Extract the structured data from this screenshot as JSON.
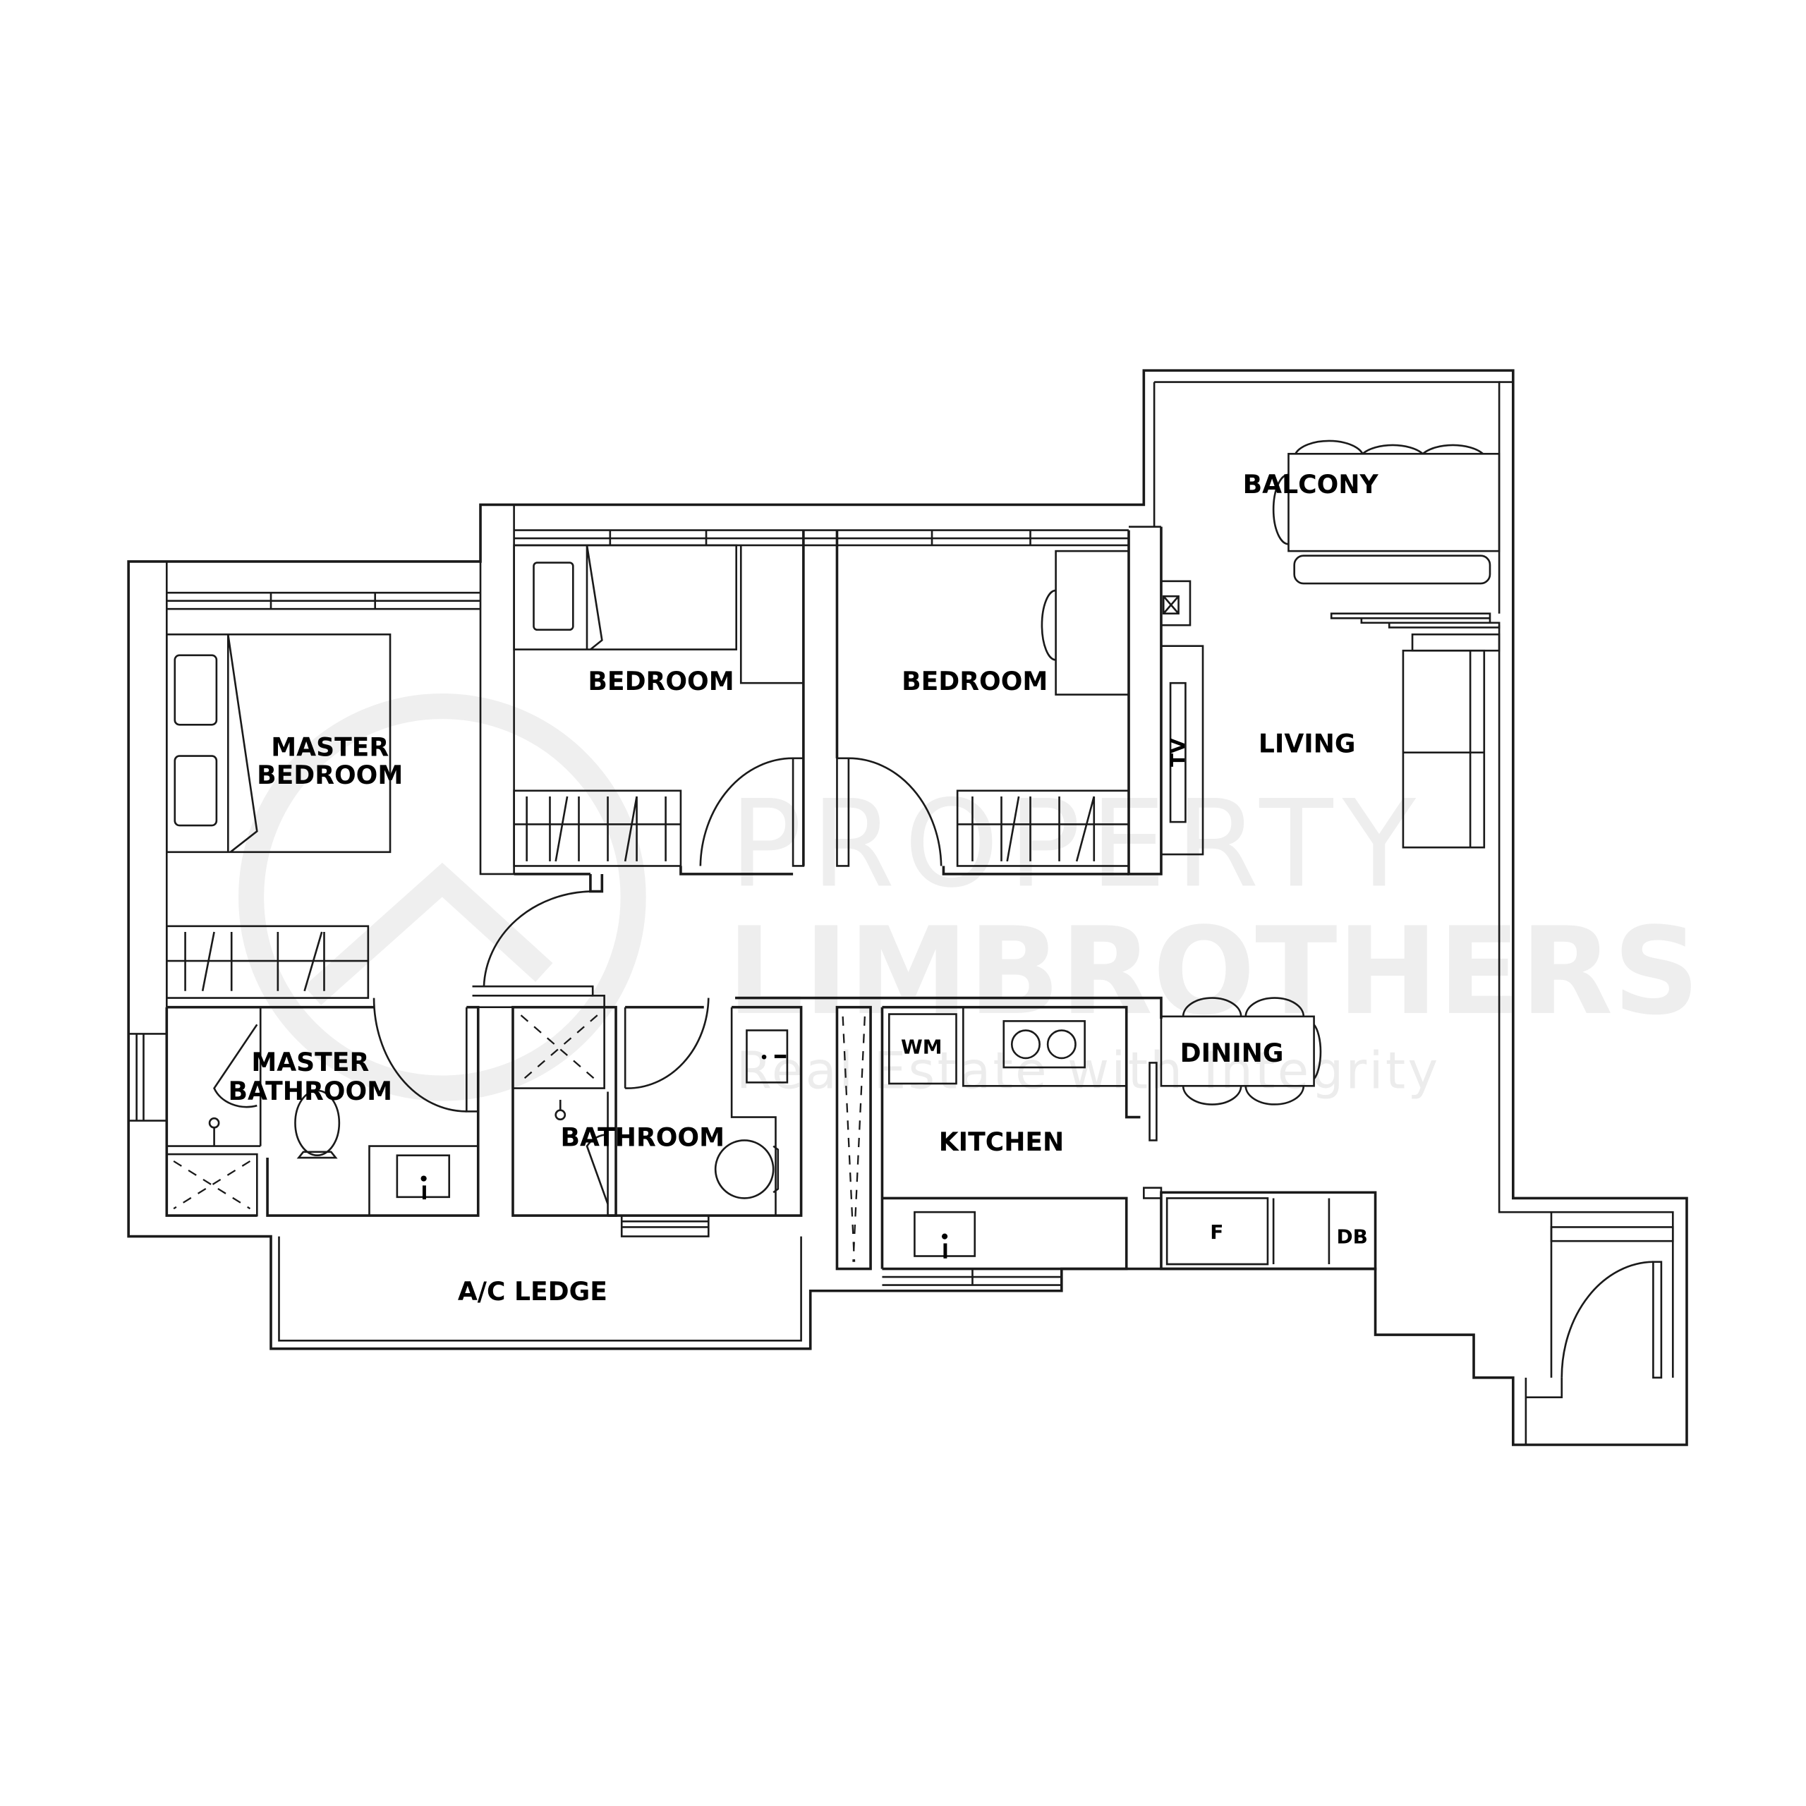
{
  "floor_plan": {
    "rooms": [
      {
        "id": "master-bedroom",
        "label_line1": "MASTER",
        "label_line2": "BEDROOM"
      },
      {
        "id": "bedroom-1",
        "label": "BEDROOM"
      },
      {
        "id": "bedroom-2",
        "label": "BEDROOM"
      },
      {
        "id": "balcony",
        "label": "BALCONY"
      },
      {
        "id": "living",
        "label": "LIVING"
      },
      {
        "id": "master-bathroom",
        "label_line1": "MASTER",
        "label_line2": "BATHROOM"
      },
      {
        "id": "bathroom",
        "label": "BATHROOM"
      },
      {
        "id": "kitchen",
        "label": "KITCHEN"
      },
      {
        "id": "dining",
        "label": "DINING"
      },
      {
        "id": "ac-ledge",
        "label": "A/C LEDGE"
      }
    ],
    "fixtures": {
      "tv": "TV",
      "washing_machine": "WM",
      "fridge": "F",
      "distribution_board": "DB"
    },
    "watermark": {
      "line1": "PROPERTY",
      "line2": "LIMBROTHERS",
      "tagline": "Real Estate with Integrity"
    },
    "colors": {
      "line": "#1a1a1a",
      "background": "#ffffff",
      "watermark": "#eeeeee"
    }
  }
}
